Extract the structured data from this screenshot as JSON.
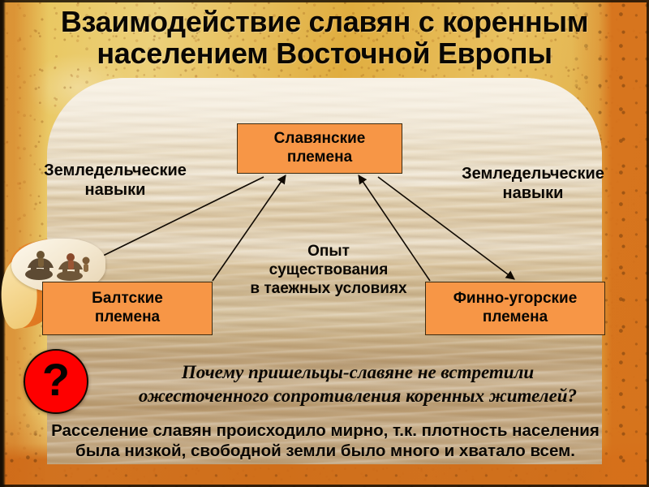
{
  "slide": {
    "title_line1": "Взаимодействие славян с коренным",
    "title_line2": "населением Восточной Европы"
  },
  "diagram": {
    "boxes": [
      {
        "id": "slavic",
        "line1": "Славянские",
        "line2": "племена"
      },
      {
        "id": "baltic",
        "line1": "Балтские",
        "line2": "племена"
      },
      {
        "id": "finno_ugric",
        "line1": "Финно-угорские",
        "line2": "племена"
      }
    ],
    "label_left": {
      "line1": "Земледельческие",
      "line2": "навыки"
    },
    "label_right": {
      "line1": "Земледельческие",
      "line2": "навыки"
    },
    "label_center": {
      "line1": "Опыт",
      "line2": "существования",
      "line3": "в таежных условиях"
    }
  },
  "question": {
    "marker": "?",
    "line1": "Почему пришельцы-славяне не встретили",
    "line2": "ожесточенного сопротивления коренных жителей?"
  },
  "answer": {
    "line1": "Расселение славян происходило мирно, т.к. плотность населения",
    "line2": "была низкой,  свободной земли было много и хватало всем."
  },
  "colors": {
    "box_fill": "#F79646",
    "box_border": "#3A2A10",
    "question_marker": "#FE0000",
    "frame_gold": "#E0AD3F",
    "frame_rust": "#D6701A",
    "text": "#0A0703"
  }
}
